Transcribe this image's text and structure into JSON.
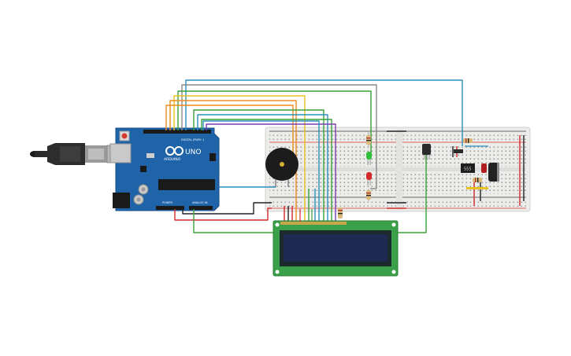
{
  "arduino": {
    "logo_text": "UNO",
    "brand_text": "ARDUINO",
    "digital_label": "DIGITAL (PWM~)",
    "power_label": "POWER",
    "analog_label": "ANALOG IN"
  },
  "ic_555": {
    "label": "555"
  },
  "colors": {
    "board_blue": "#1f63a8",
    "board_dark": "#18548f",
    "breadboard": "#ececea",
    "lcd_green": "#3aa14a",
    "lcd_screen": "#1e2a52",
    "wire_blue": "#2a8fbd",
    "wire_green": "#3aa13a",
    "wire_yellow": "#e8c020",
    "wire_orange": "#f08c1c",
    "wire_purple": "#7a3fb0",
    "wire_red": "#d22828",
    "wire_black": "#222222",
    "wire_gray": "#8a8a8a"
  }
}
